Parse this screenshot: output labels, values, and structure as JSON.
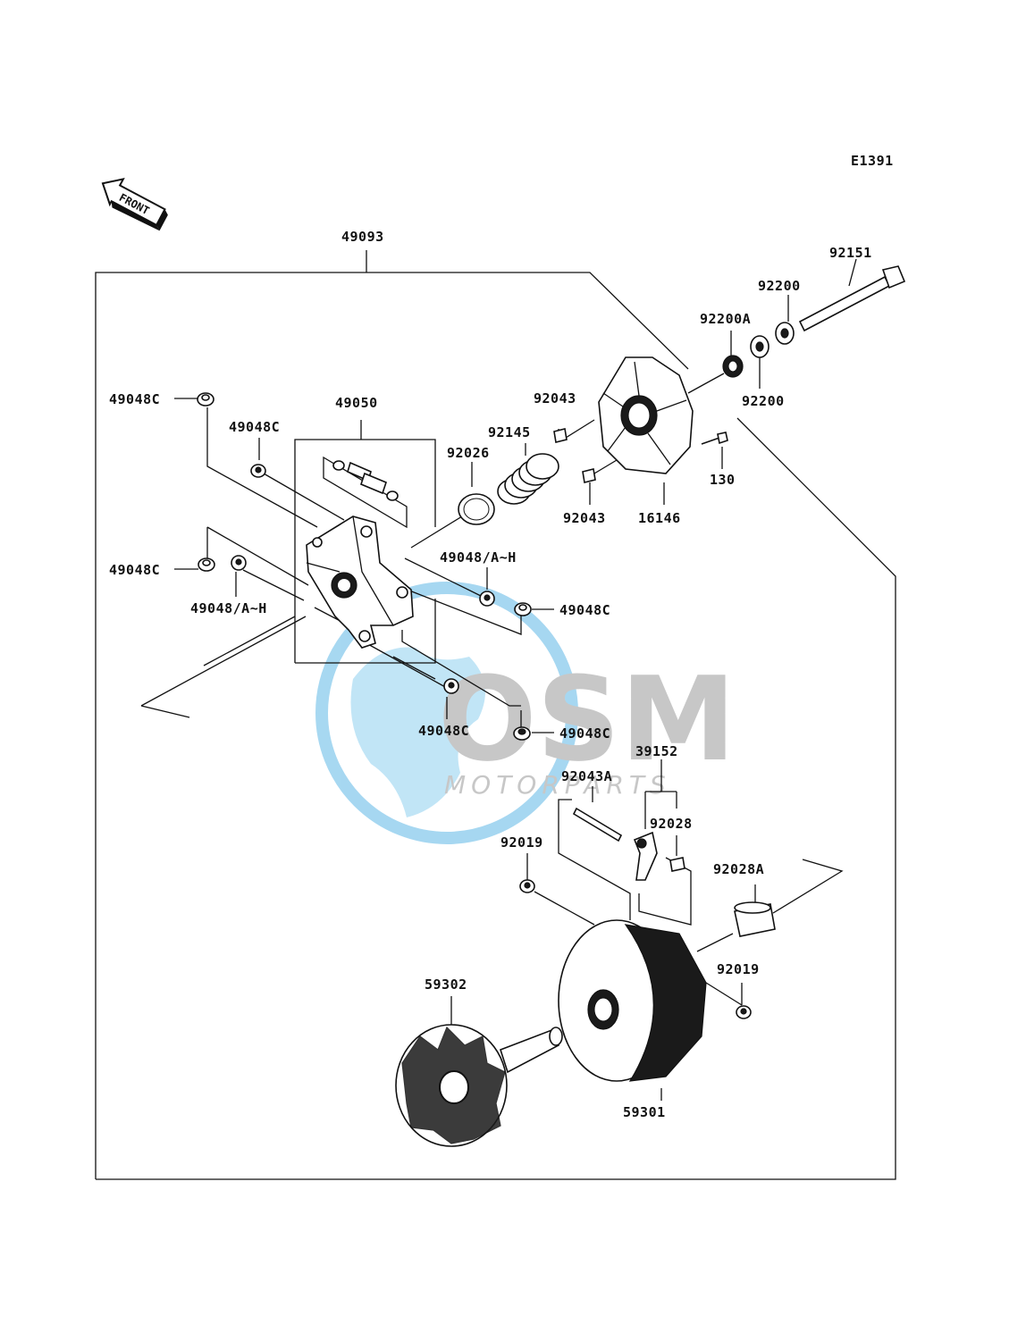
{
  "diagram": {
    "code": "E1391",
    "front_label": "FRONT",
    "watermark": {
      "logo_text": "OSM",
      "sub_text": "MOTORPARTS"
    },
    "labels": {
      "p49093": "49093",
      "p92151": "92151",
      "p92200_a": "92200",
      "p92200A": "92200A",
      "p92200_b": "92200",
      "p49048C_1": "49048C",
      "p49050": "49050",
      "p49048C_2": "49048C",
      "p92043_a": "92043",
      "p92145": "92145",
      "p92026": "92026",
      "p130": "130",
      "p92043_b": "92043",
      "p16146": "16146",
      "p49048AH_1": "49048/A~H",
      "p49048C_3": "49048C",
      "p49048AH_2": "49048/A~H",
      "p49048C_4": "49048C",
      "p49048C_5": "49048C",
      "p49048C_6": "49048C",
      "p39152": "39152",
      "p92043A": "92043A",
      "p92028": "92028",
      "p92019_a": "92019",
      "p92028A": "92028A",
      "p92019_b": "92019",
      "p59302": "59302",
      "p59301": "59301"
    }
  }
}
